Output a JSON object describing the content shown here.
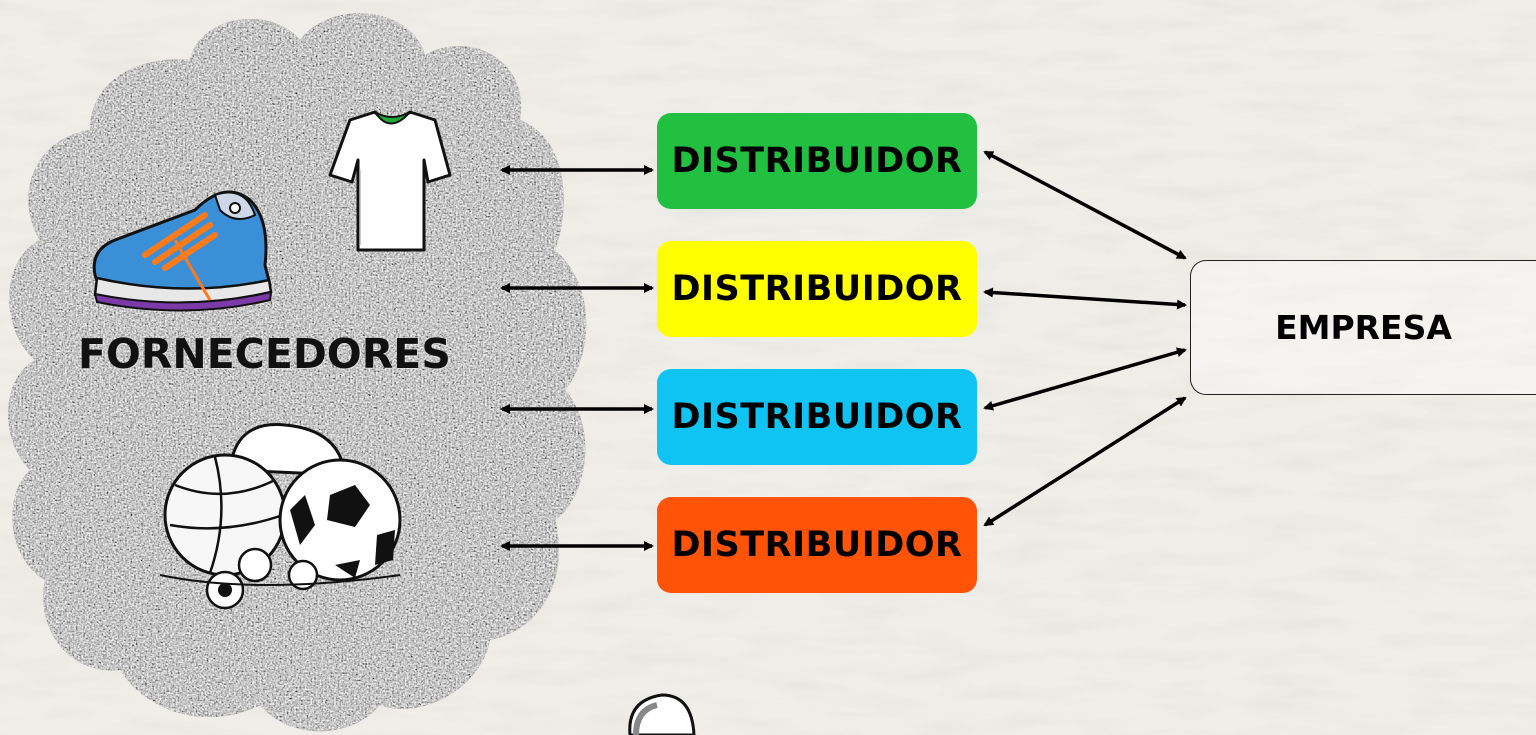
{
  "suppliers": {
    "label": "FORNECEDORES"
  },
  "distributors": [
    {
      "label": "DISTRIBUIDOR",
      "color": "#21c040"
    },
    {
      "label": "DISTRIBUIDOR",
      "color": "#ffff00"
    },
    {
      "label": "DISTRIBUIDOR",
      "color": "#0fc4f2"
    },
    {
      "label": "DISTRIBUIDOR",
      "color": "#ff5408"
    }
  ],
  "company": {
    "label": "EMPRESA"
  },
  "icons": [
    "tshirt-icon",
    "sneaker-icon",
    "sports-balls-icon",
    "helmet-icon"
  ]
}
